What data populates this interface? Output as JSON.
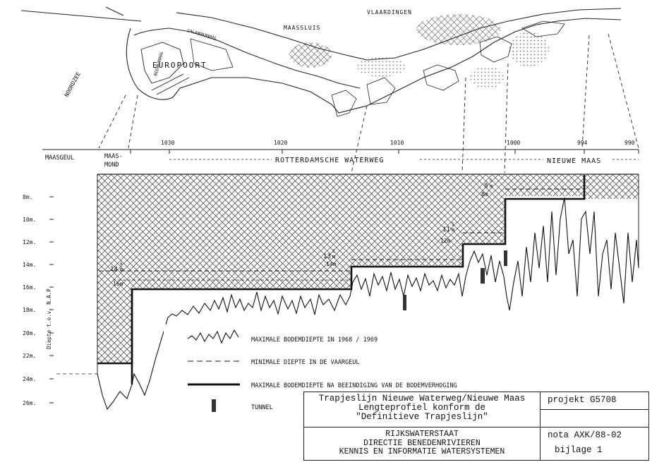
{
  "map": {
    "labels": {
      "noordzee": "NOORDZEE",
      "europoort": "EUROPOORT",
      "maassluis": "MAASSLUIS",
      "vlaardingen": "VLAARDINGEN",
      "calandkanaal": "CALANDKANAAL",
      "beerkanaal": "BEERKANAAL"
    }
  },
  "kilometers": [
    "1030",
    "1020",
    "1010",
    "1000",
    "994",
    "990"
  ],
  "sections": {
    "maasgeul": "MAASGEUL",
    "maasmond_line1": "MAAS-",
    "maasmond_line2": "MOND",
    "rotterdamsche_waterweg": "ROTTERDAMSCHE  WATERWEG",
    "nieuwe_maas": "NIEUWE  MAAS"
  },
  "depth_axis": {
    "label": "Diepte t.o.v. N.A.P.",
    "ticks": [
      "8m.",
      "10m.",
      "12m.",
      "14m.",
      "16m.",
      "18m.",
      "20m.",
      "22m.",
      "24m.",
      "26m."
    ]
  },
  "step_labels": {
    "s1_top": "14",
    "s1_sup": "6",
    "s1_sub": "m",
    "s1_bottom": "16m",
    "s2_top": "13",
    "s2_sup": "5",
    "s2_sub": "m",
    "s2_bottom": "14m",
    "s3_top": "11",
    "s3_sup": "5",
    "s3_sub": "m",
    "s3_bottom": "12m",
    "s4_top": "8",
    "s4_sup": "5",
    "s4_sub": "m",
    "s4_bottom": "8m"
  },
  "legend": {
    "max_depth": "MAXIMALE  BODEMDIEPTE  IN  1968 / 1969",
    "min_depth": "MINIMALE  DIEPTE  IN  DE  VAARGEUL",
    "max_after": "MAXIMALE  BODEMDIEPTE  NA  BEEINDIGING  VAN  DE  BODEMVERHOGING",
    "tunnel": "TUNNEL"
  },
  "titleblock": {
    "title_line1": "Trapjeslijn Nieuwe Waterweg/Nieuwe Maas",
    "title_line2": "Lengteprofiel konform de",
    "title_line3": "\"Definitieve Trapjeslijn\"",
    "org_line1": "RIJKSWATERSTAAT",
    "org_line2": "DIRECTIE BENEDENRIVIEREN",
    "org_line3": "KENNIS EN INFORMATIE WATERSYSTEMEN",
    "projekt": "projekt  G5708",
    "nota": "nota AXK/88-02",
    "bijlage": "bijlage  1"
  }
}
